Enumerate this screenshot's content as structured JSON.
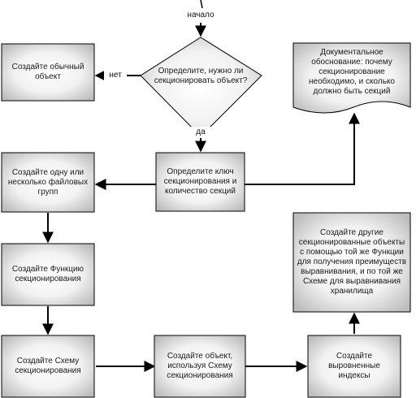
{
  "diagram": {
    "start_label": "начало",
    "decision": "Определите, нужно ли\nсекционировать объект?",
    "no_label": "нет",
    "yes_label": "да",
    "plain_object": "Создайте обычный\nобъект",
    "doc_note": "Документальное\nобоснование: почему\nсекционирование\nнеобходимо, и сколько\nдолжно быть секций",
    "define_key": "Определите ключ\nсекционирования и\nколичество секций",
    "filegroups": "Создайте одну или\nнесколько файловых\nгрупп",
    "partition_function": "Создайте Функцию\nсекционирования",
    "partition_scheme": "Создайте Схему\nсекционирования",
    "create_object_scheme": "Создайте объект,\nиспользуя Схему\nсекционирования",
    "aligned_indexes": "Создайте\nвыровненные\nиндексы",
    "other_objects": "Создайте другие\nсекционированные объекты\nс помощью той же Функции\nдля получения преимуществ\nвыравнивания, и по той же\nСхеме для выравнивания\nхранилища"
  }
}
